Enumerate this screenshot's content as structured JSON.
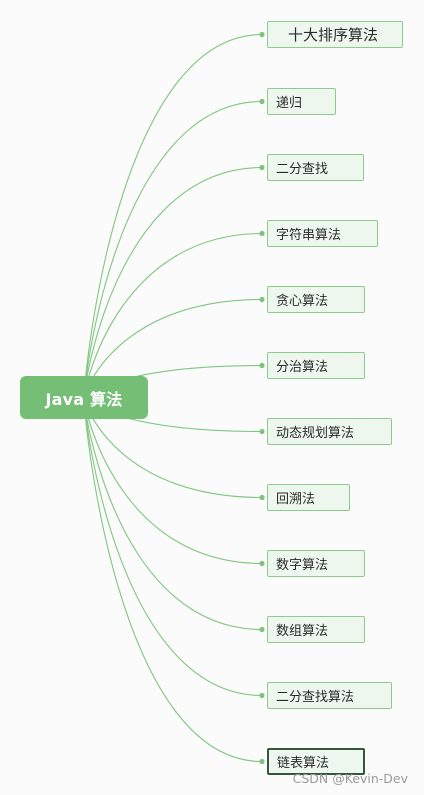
{
  "root": {
    "label": "Java 算法"
  },
  "topics": [
    {
      "id": "sort",
      "label": "十大排序算法"
    },
    {
      "id": "recursion",
      "label": "递归"
    },
    {
      "id": "binary-search",
      "label": "二分查找"
    },
    {
      "id": "string",
      "label": "字符串算法"
    },
    {
      "id": "greedy",
      "label": "贪心算法"
    },
    {
      "id": "divide-conquer",
      "label": "分治算法"
    },
    {
      "id": "dynamic-programming",
      "label": "动态规划算法"
    },
    {
      "id": "backtracking",
      "label": "回溯法"
    },
    {
      "id": "math",
      "label": "数字算法"
    },
    {
      "id": "array",
      "label": "数组算法"
    },
    {
      "id": "binary-search-algo",
      "label": "二分查找算法"
    },
    {
      "id": "linked-list",
      "label": "链表算法"
    }
  ],
  "watermark": "CSDN @Kevin-Dev",
  "colors": {
    "root_fill": "#74bf75",
    "edge": "#80c67f",
    "node_fill": "#eef7ee",
    "node_border": "#8dcb8d",
    "selected_border": "#35563a"
  }
}
